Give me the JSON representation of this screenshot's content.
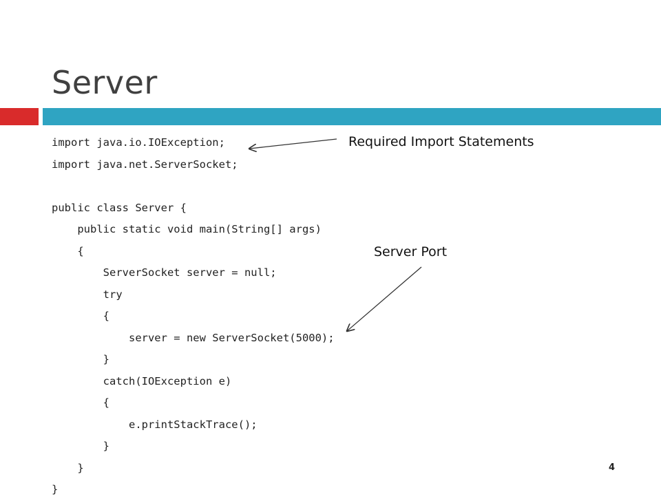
{
  "slide": {
    "title": "Server",
    "page_number": "4",
    "colors": {
      "accent_red": "#d92b2b",
      "accent_teal": "#2fa4c2",
      "title_text": "#404040"
    }
  },
  "code": {
    "lines": [
      "import java.io.IOException;",
      "import java.net.ServerSocket;",
      "",
      "public class Server {",
      "    public static void main(String[] args)",
      "    {",
      "        ServerSocket server = null;",
      "        try",
      "        {",
      "            server = new ServerSocket(5000);",
      "        }",
      "        catch(IOException e)",
      "        {",
      "            e.printStackTrace();",
      "        }",
      "    }",
      "}"
    ]
  },
  "annotations": {
    "imports_label": "Required Import Statements",
    "port_label": "Server Port"
  }
}
